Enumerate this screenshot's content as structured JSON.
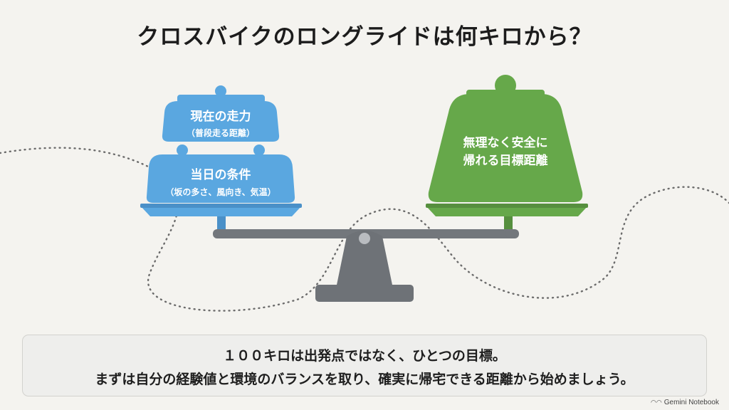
{
  "title": "クロスバイクのロングライドは何キロから？",
  "left_pan": {
    "upper_weight": {
      "title": "現在の走力",
      "subtitle": "（普段走る距離）"
    },
    "lower_weight": {
      "title": "当日の条件",
      "subtitle": "（坂の多さ、風向き、気温）"
    }
  },
  "right_pan": {
    "weight": {
      "line1": "無理なく安全に",
      "line2": "帰れる目標距離"
    }
  },
  "message": {
    "line1": "１００キロは出発点ではなく、ひとつの目標。",
    "line2": "まずは自分の経験値と環境のバランスを取り、確実に帰宅できる距離から始めましょう。"
  },
  "brand": {
    "icon": "notebook-logo-icon",
    "label": "Gemini Notebook"
  },
  "colors": {
    "blue": "#5aa7e0",
    "blue_dark": "#4a90c8",
    "green": "#66a84a",
    "green_dark": "#568f3e",
    "scale_gray": "#707479"
  }
}
